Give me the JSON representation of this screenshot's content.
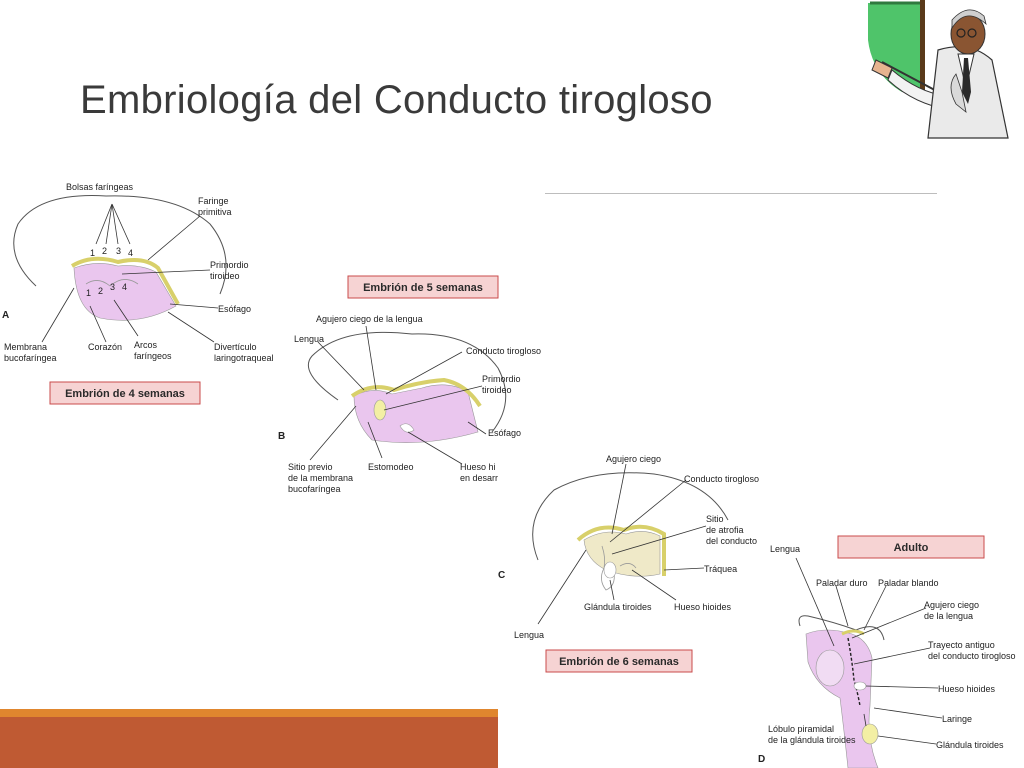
{
  "slide": {
    "title": "Embriología del Conducto tirogloso"
  },
  "icons": {
    "teacher": "teacher-pointing-board-icon"
  },
  "colors": {
    "tissue_pink": "#eac6ee",
    "epithelium_yellow": "#d8d06a",
    "tag_fill": "#f6d3d3",
    "tag_border": "#c94b4b",
    "bar_orange": "#e0862e",
    "bar_red": "#bf5a33"
  },
  "panels": {
    "a": {
      "letter": "A",
      "tag": "Embrión de 4 semanas",
      "labels": {
        "bolsas": "Bolsas faríngeas",
        "faringe": "Faringe",
        "faringe2": "primitiva",
        "primordio": "Primordio",
        "primordio2": "tiroideo",
        "esofago": "Esófago",
        "diverticulo": "Divertículo",
        "diverticulo2": "laringotraqueal",
        "membrana": "Membrana",
        "membrana2": "bucofaríngea",
        "corazon": "Corazón",
        "arcos": "Arcos",
        "arcos2": "faríngeos",
        "n1": "1",
        "n2": "2",
        "n3": "3",
        "n4": "4"
      }
    },
    "b": {
      "letter": "B",
      "tag": "Embrión de 5 semanas",
      "labels": {
        "agujero": "Agujero ciego de la lengua",
        "lengua": "Lengua",
        "conducto": "Conducto tirogloso",
        "primordio": "Primordio",
        "primordio2": "tiroideo",
        "esofago": "Esófago",
        "sitio": "Sitio previo",
        "sitio2": "de la membrana",
        "sitio3": "bucofaríngea",
        "estomodeo": "Estomodeo",
        "hueso": "Hueso hi",
        "hueso2": "en desarr"
      }
    },
    "c": {
      "letter": "C",
      "tag": "Embrión de 6 semanas",
      "labels": {
        "agujero": "Agujero ciego",
        "conducto": "Conducto tirogloso",
        "sitio": "Sitio",
        "sitio2": "de atrofia",
        "sitio3": "del conducto",
        "traquea": "Tráquea",
        "glandula": "Glándula tiroides",
        "hueso": "Hueso hioides",
        "lengua": "Lengua"
      }
    },
    "d": {
      "letter": "D",
      "tag": "Adulto",
      "labels": {
        "lengua": "Lengua",
        "paladar_duro": "Paladar duro",
        "paladar_blando": "Paladar blando",
        "agujero": "Agujero ciego",
        "agujero2": "de la lengua",
        "trayecto": "Trayecto antiguo",
        "trayecto2": "del conducto tirogloso",
        "hueso": "Hueso hioides",
        "laringe": "Laringe",
        "lobulo": "Lóbulo piramidal",
        "lobulo2": "de la glándula tiroides",
        "glandula": "Glándula tiroides"
      }
    }
  }
}
